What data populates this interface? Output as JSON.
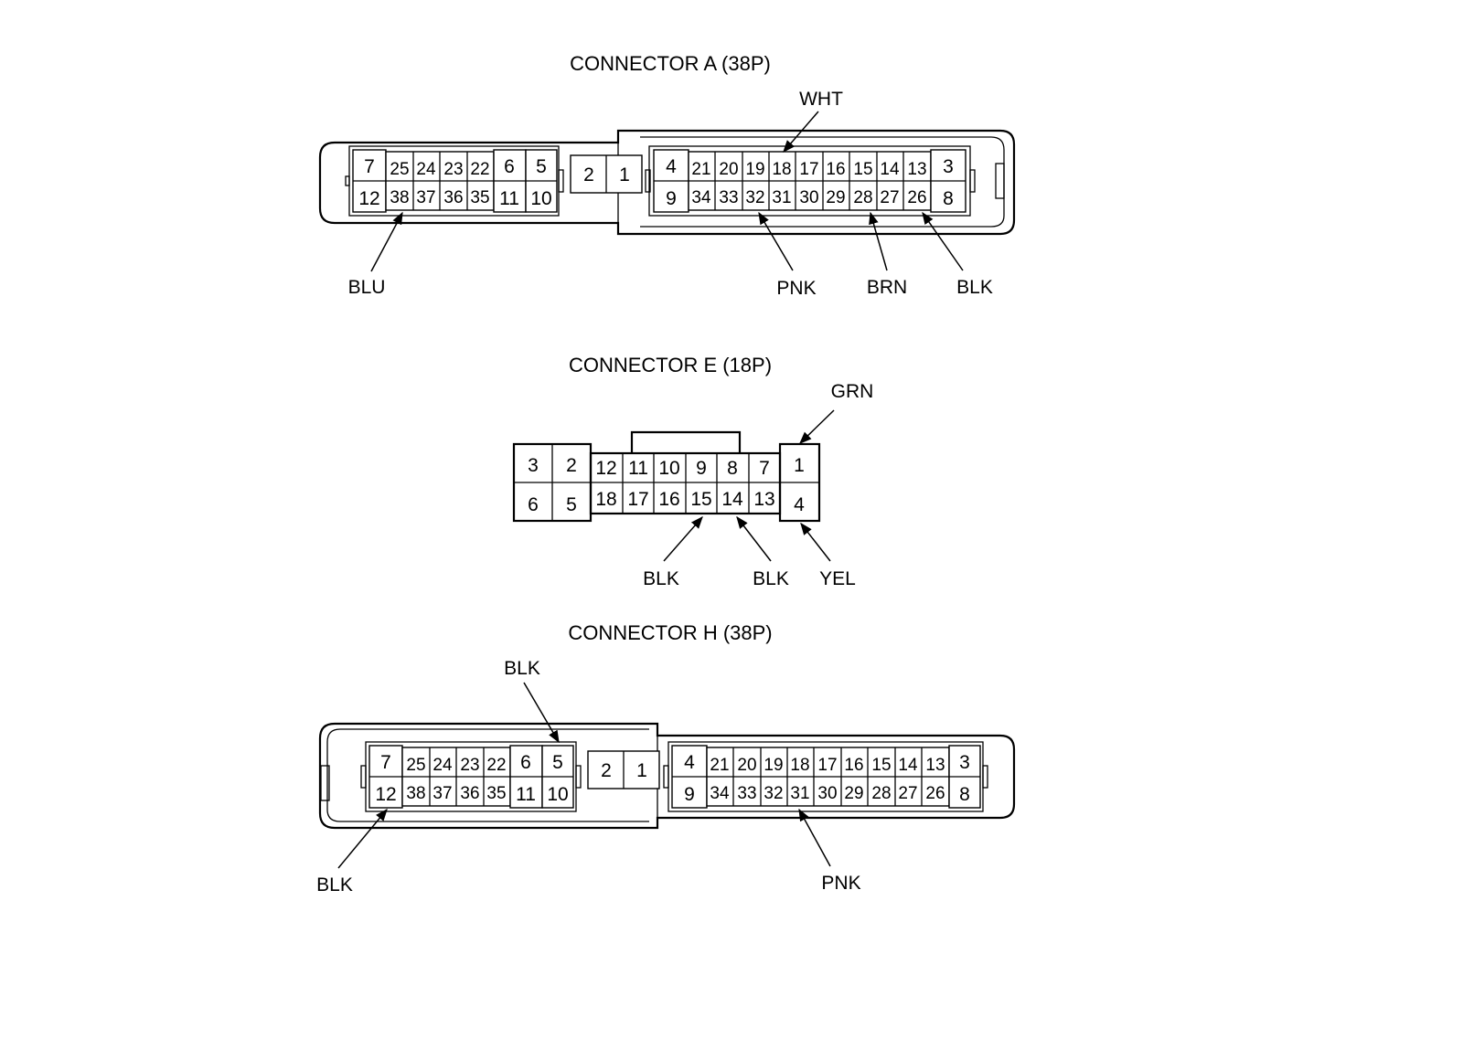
{
  "connector_a": {
    "title": "CONNECTOR A (38P)",
    "pins": {
      "p1": "1",
      "p2": "2",
      "p3": "3",
      "p4": "4",
      "p5": "5",
      "p6": "6",
      "p7": "7",
      "p8": "8",
      "p9": "9",
      "p10": "10",
      "p11": "11",
      "p12": "12",
      "p13": "13",
      "p14": "14",
      "p15": "15",
      "p16": "16",
      "p17": "17",
      "p18": "18",
      "p19": "19",
      "p20": "20",
      "p21": "21",
      "p22": "22",
      "p23": "23",
      "p24": "24",
      "p25": "25",
      "p26": "26",
      "p27": "27",
      "p28": "28",
      "p29": "29",
      "p30": "30",
      "p31": "31",
      "p32": "32",
      "p33": "33",
      "p34": "34",
      "p35": "35",
      "p36": "36",
      "p37": "37",
      "p38": "38"
    },
    "wires": {
      "wht": "WHT",
      "blu": "BLU",
      "pnk": "PNK",
      "brn": "BRN",
      "blk": "BLK"
    }
  },
  "connector_e": {
    "title": "CONNECTOR E (18P)",
    "pins": {
      "p1": "1",
      "p2": "2",
      "p3": "3",
      "p4": "4",
      "p5": "5",
      "p6": "6",
      "p7": "7",
      "p8": "8",
      "p9": "9",
      "p10": "10",
      "p11": "11",
      "p12": "12",
      "p13": "13",
      "p14": "14",
      "p15": "15",
      "p16": "16",
      "p17": "17",
      "p18": "18"
    },
    "wires": {
      "grn": "GRN",
      "blk15": "BLK",
      "blk14": "BLK",
      "yel": "YEL"
    }
  },
  "connector_h": {
    "title": "CONNECTOR H (38P)",
    "pins": {
      "p1": "1",
      "p2": "2",
      "p3": "3",
      "p4": "4",
      "p5": "5",
      "p6": "6",
      "p7": "7",
      "p8": "8",
      "p9": "9",
      "p10": "10",
      "p11": "11",
      "p12": "12",
      "p13": "13",
      "p14": "14",
      "p15": "15",
      "p16": "16",
      "p17": "17",
      "p18": "18",
      "p19": "19",
      "p20": "20",
      "p21": "21",
      "p22": "22",
      "p23": "23",
      "p24": "24",
      "p25": "25",
      "p26": "26",
      "p27": "27",
      "p28": "28",
      "p29": "29",
      "p30": "30",
      "p31": "31",
      "p32": "32",
      "p33": "33",
      "p34": "34",
      "p35": "35",
      "p36": "36",
      "p37": "37",
      "p38": "38"
    },
    "wires": {
      "blk5": "BLK",
      "blk12": "BLK",
      "pnk": "PNK"
    }
  }
}
